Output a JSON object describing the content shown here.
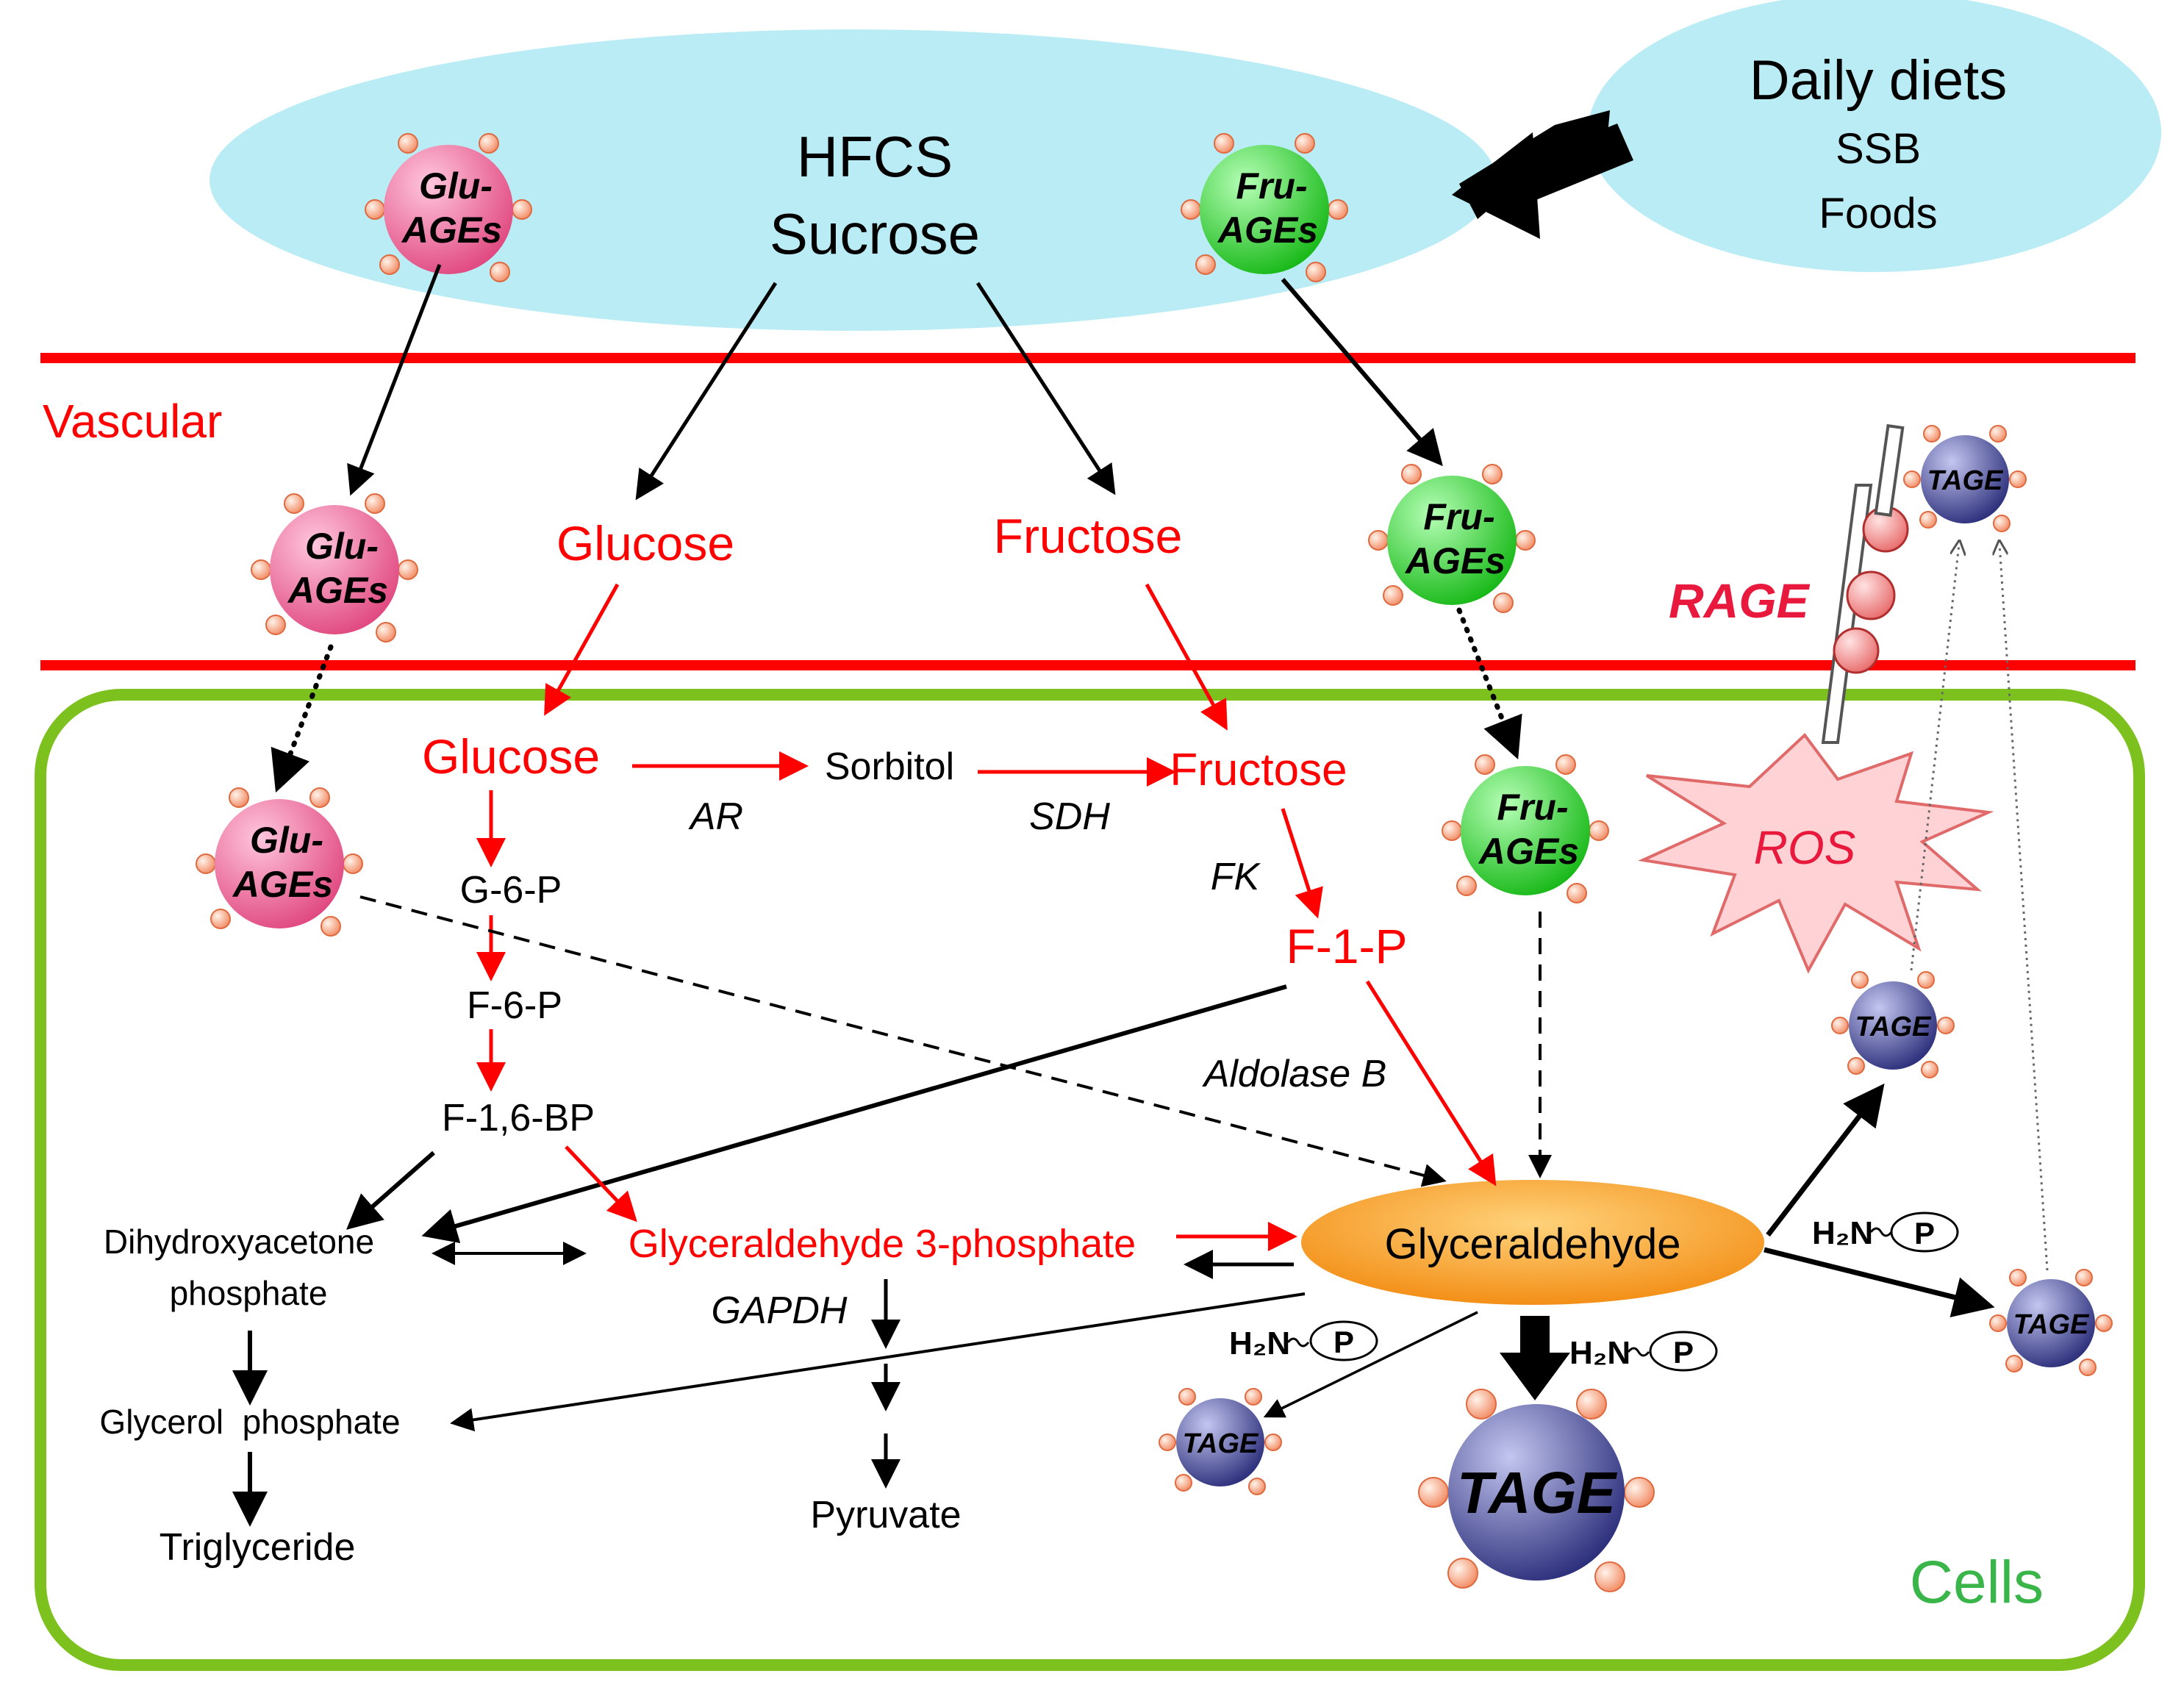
{
  "colors": {
    "red": "#ff0000",
    "green_box": "#8cc63f",
    "ellipse_fill": "#b9ecf5",
    "glu_fill": "#ee6c9c",
    "fru_fill": "#2fd92f",
    "tage_fill": "#3c3f8f",
    "glyceraldehyde_fill": "#f7941d",
    "rage_red": "#e8193c",
    "ros_fill": "#ffd3d6"
  },
  "header": {
    "hfcs": "HFCS",
    "sucrose": "Sucrose",
    "daily_diets": "Daily diets",
    "ssb": "SSB",
    "foods": "Foods"
  },
  "labels": {
    "vascular": "Vascular",
    "rage": "RAGE",
    "ros": "ROS",
    "cells": "Cells"
  },
  "ages": {
    "glu_line1": "Glu-",
    "glu_line2": "AGEs",
    "fru_line1": "Fru-",
    "fru_line2": "AGEs",
    "tage": "TAGE"
  },
  "pathway": {
    "glucose_vascular": "Glucose",
    "fructose_vascular": "Fructose",
    "glucose_cell": "Glucose",
    "sorbitol": "Sorbitol",
    "fructose_cell": "Fructose",
    "ar": "AR",
    "sdh": "SDH",
    "fk": "FK",
    "f1p": "F-1-P",
    "g6p": "G-6-P",
    "f6p": "F-6-P",
    "f16bp": "F-1,6-BP",
    "aldolase_b": "Aldolase B",
    "dhap_line1": "Dihydroxyacetone",
    "dhap_line2": "phosphate",
    "g3p": "Glyceraldehyde 3-phosphate",
    "glyceraldehyde": "Glyceraldehyde",
    "gapdh": "GAPDH",
    "glycerol_phosphate": "Glycerol  phosphate",
    "triglyceride": "Triglyceride",
    "pyruvate": "Pyruvate",
    "h2n": "H₂N",
    "p": "P"
  }
}
